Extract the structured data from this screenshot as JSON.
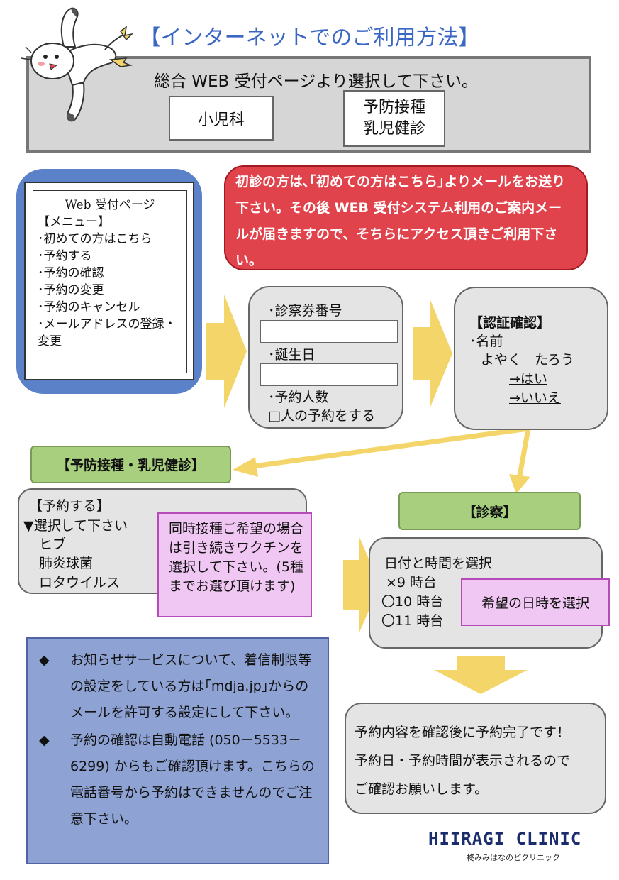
{
  "title": "【インターネットでのご利用方法】",
  "top": {
    "instruction": "総合 WEB 受付ページより選択して下さい。",
    "buttons": {
      "pediatrics": "小児科",
      "vaccination_line1": "予防接種",
      "vaccination_line2": "乳児健診"
    }
  },
  "web_page": {
    "heading": "Web 受付ページ",
    "menu_label": "【メニュー】",
    "items": [
      "･初めての方はこちら",
      "･予約する",
      "･予約の確認",
      "･予約の変更",
      "･予約のキャンセル",
      "･メールアドレスの登録・変更"
    ]
  },
  "notice_first_visit": "初診の方は､｢初めての方はこちら｣よりメールをお送り下さい。その後 WEB 受付システム利用のご案内メールが届きますので、そちらにアクセス頂きご利用下さい。",
  "login_form": {
    "card_number_label": "･診察券番号",
    "birthday_label": "･誕生日",
    "people_label": "･予約人数",
    "people_text": "□人の予約をする"
  },
  "auth": {
    "heading": "【認証確認】",
    "name_label": "･名前",
    "name_value": "よやく　たろう",
    "yes": "→はい",
    "no": "→いいえ"
  },
  "vaccination": {
    "label": "【予防接種・乳児健診】",
    "reserve_heading": "【予約する】",
    "select_label": "▼選択して下さい",
    "options": [
      "ヒブ",
      "肺炎球菌",
      "ロタウイルス"
    ],
    "note": "同時接種ご希望の場合は引き続きワクチンを選択して下さい。(5種までお選び頂けます)"
  },
  "exam": {
    "label": "【診察】",
    "heading": "日付と時間を選択",
    "slots": [
      "×9 時台",
      "〇10 時台",
      "〇11 時台"
    ],
    "note": "希望の日時を選択"
  },
  "info": {
    "bullet": "◆",
    "items": [
      "お知らせサービスについて、着信制限等の設定をしている方は｢mdja.jp｣からのメールを許可する設定にして下さい。",
      "予約の確認は自動電話 (050－5533－6299) からもご確認頂けます。こちらの電話番号から予約はできませんのでご注意下さい。"
    ]
  },
  "final": {
    "line1": "予約内容を確認後に予約完了です！",
    "line2": "予約日・予約時間が表示されるので",
    "line3": "ご確認お願いします。"
  },
  "logo": {
    "main": "HIIRAGI CLINIC",
    "sub": "柊みみはなのどクリニック"
  },
  "colors": {
    "title_blue": "#3a66c4",
    "notice_red": "#e0434c",
    "arrow_yellow": "#f3d569",
    "label_green": "#a8cf7e",
    "note_pink": "#f0c6f2",
    "info_blue": "#8ea3d4"
  }
}
